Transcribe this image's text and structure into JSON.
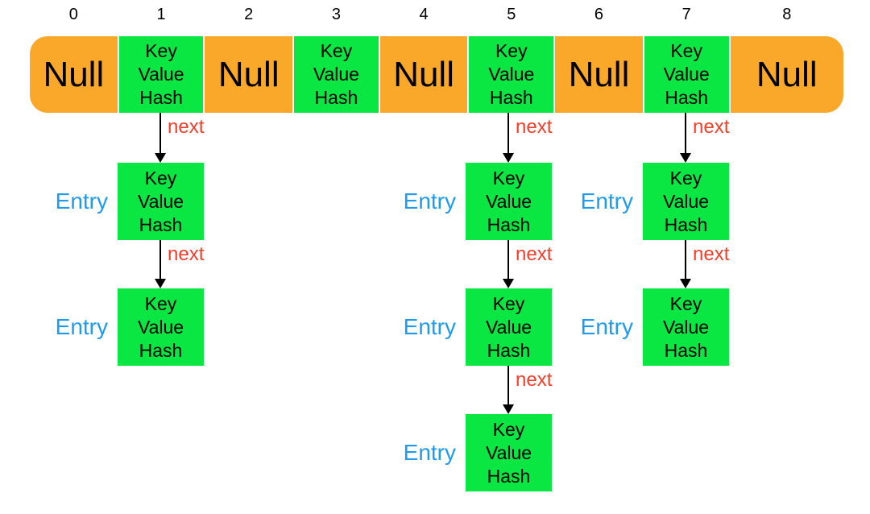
{
  "array": {
    "indices": [
      "0",
      "1",
      "2",
      "3",
      "4",
      "5",
      "6",
      "7",
      "8"
    ],
    "cells": [
      {
        "index": "0",
        "type": "null",
        "label": "Null"
      },
      {
        "index": "1",
        "type": "entry",
        "lines": [
          "Key",
          "Value",
          "Hash"
        ]
      },
      {
        "index": "2",
        "type": "null",
        "label": "Null"
      },
      {
        "index": "3",
        "type": "entry",
        "lines": [
          "Key",
          "Value",
          "Hash"
        ]
      },
      {
        "index": "4",
        "type": "null",
        "label": "Null"
      },
      {
        "index": "5",
        "type": "entry",
        "lines": [
          "Key",
          "Value",
          "Hash"
        ]
      },
      {
        "index": "6",
        "type": "null",
        "label": "Null"
      },
      {
        "index": "7",
        "type": "entry",
        "lines": [
          "Key",
          "Value",
          "Hash"
        ]
      },
      {
        "index": "8",
        "type": "null",
        "label": "Null"
      }
    ]
  },
  "entry_box": {
    "lines": [
      "Key",
      "Value",
      "Hash"
    ]
  },
  "labels": {
    "next": "next",
    "entry": "Entry"
  },
  "chains": [
    {
      "bucket_index": "1",
      "entry_count": 2
    },
    {
      "bucket_index": "5",
      "entry_count": 3
    },
    {
      "bucket_index": "7",
      "entry_count": 2
    }
  ],
  "colors": {
    "bucket_orange": "#F9A82A",
    "entry_green": "#0AE742",
    "next_red": "#F53D28",
    "entry_blue": "#1E9BF0",
    "arrow_black": "#000000",
    "text_black": "#000000",
    "background": "#FFFFFF"
  }
}
